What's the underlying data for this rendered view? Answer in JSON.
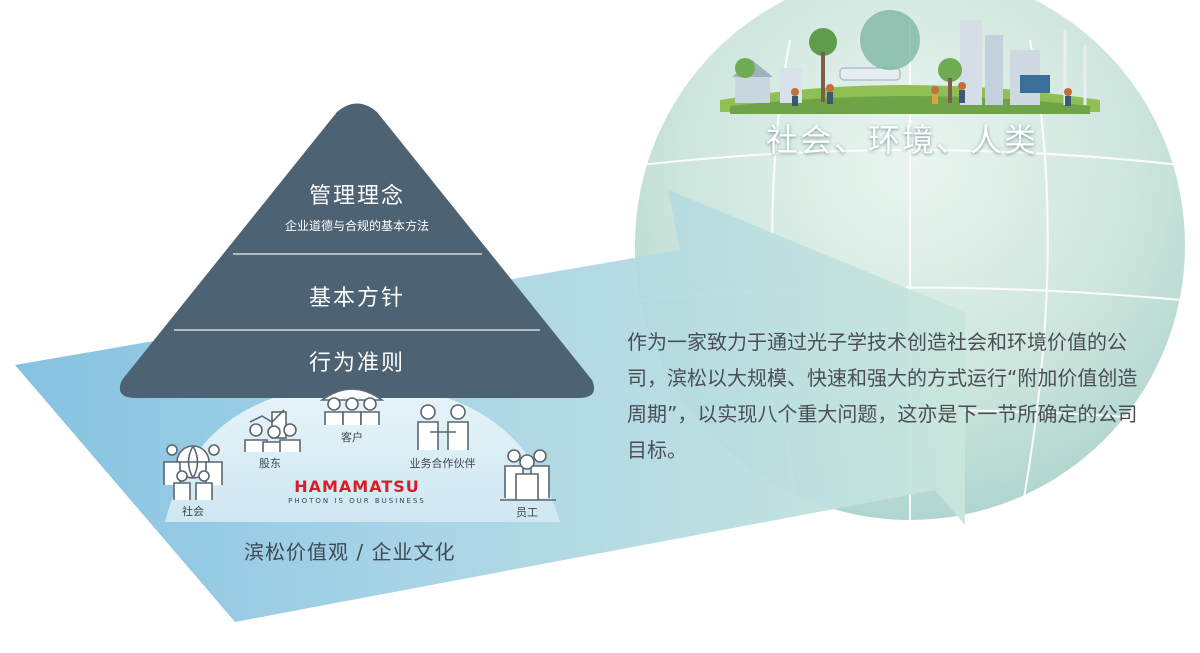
{
  "globe": {
    "label": "社会、环境、人类"
  },
  "pyramid": {
    "tiers": [
      {
        "title": "管理理念",
        "subtitle": "企业道德与合规的基本方法"
      },
      {
        "title": "基本方针"
      },
      {
        "title": "行为准则"
      }
    ]
  },
  "stakeholders": {
    "society": "社会",
    "shareholders": "股东",
    "customers": "客户",
    "partners": "业务合作伙伴",
    "employees": "员工"
  },
  "logo": {
    "name": "HAMAMATSU",
    "tagline": "PHOTON IS OUR BUSINESS"
  },
  "values_label": "滨松价值观 / 企业文化",
  "description": "作为一家致力于通过光子学技术创造社会和环境价值的公司，滨松以大规模、快速和强大的方式运行“附加价值创造周期”，以实现八个重大问题，这亦是下一节所确定的公司目标。",
  "colors": {
    "pyramid": "#4d6272",
    "arrow_light": "#9ccce4",
    "arrow_dark": "#b7dcd7",
    "globe": "#cfe6dd",
    "logo_red": "#d81e2a"
  }
}
